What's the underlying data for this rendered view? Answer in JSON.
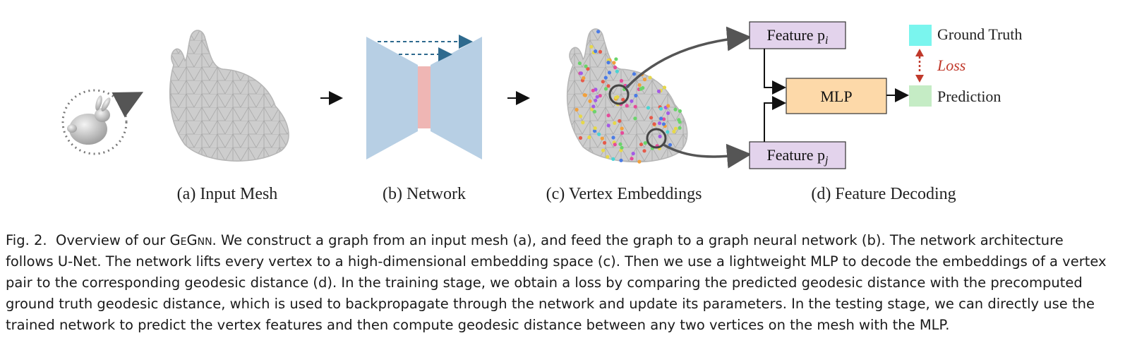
{
  "subfigures": {
    "a": "(a) Input Mesh",
    "b": "(b) Network",
    "c": "(c) Vertex Embeddings",
    "d": "(d) Feature Decoding"
  },
  "decoding": {
    "feature_i": "Feature p",
    "feature_i_sub": "i",
    "feature_j": "Feature p",
    "feature_j_sub": "j",
    "mlp": "MLP",
    "ground_truth": "Ground Truth",
    "loss": "Loss",
    "prediction": "Prediction"
  },
  "colors": {
    "feature_box": "#e3d3ec",
    "mlp_box": "#fdd9a9",
    "ground_truth": "#7af5ee",
    "prediction": "#c5ecc5",
    "network_encoder": "#b7cfe4",
    "network_bottleneck": "#efb6b4",
    "loss": "#c0392b",
    "mesh": "#c9c9c9"
  },
  "caption": {
    "fig_label": "Fig. 2.",
    "lead": "Overview of our",
    "name": "GeGnn",
    "line1_rest": ". We construct a graph from an input mesh (a), and feed the graph to a graph neural network (b). The network architecture",
    "line2": "follows U-Net. The network lifts every vertex to a high-dimensional embedding space (c). Then we use a lightweight MLP to decode the embeddings of a vertex",
    "line3": "pair to the corresponding geodesic distance (d). In the training stage, we obtain a loss by comparing the predicted geodesic distance with the precomputed",
    "line4": "ground truth geodesic distance, which is used to backpropagate through the network and update its parameters. In the testing stage, we can directly use the",
    "line5": "trained network to predict the vertex features and then compute geodesic distance between any two vertices on the mesh with the MLP."
  }
}
